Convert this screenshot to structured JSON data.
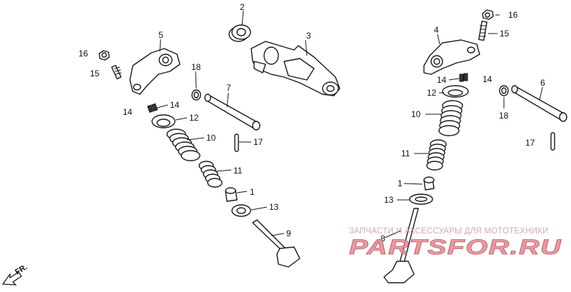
{
  "callouts": [
    {
      "id": "2",
      "label": "2"
    },
    {
      "id": "3",
      "label": "3"
    },
    {
      "id": "5",
      "label": "5"
    },
    {
      "id": "16-left",
      "label": "16"
    },
    {
      "id": "15-left",
      "label": "15"
    },
    {
      "id": "18-left",
      "label": "18"
    },
    {
      "id": "7",
      "label": "7"
    },
    {
      "id": "14-left-a",
      "label": "14"
    },
    {
      "id": "14-left-b",
      "label": "14"
    },
    {
      "id": "12-left",
      "label": "12"
    },
    {
      "id": "10-left",
      "label": "10"
    },
    {
      "id": "17-left",
      "label": "17"
    },
    {
      "id": "11-left",
      "label": "11"
    },
    {
      "id": "1-left",
      "label": "1"
    },
    {
      "id": "13-left",
      "label": "13"
    },
    {
      "id": "9",
      "label": "9"
    },
    {
      "id": "16-right",
      "label": "16"
    },
    {
      "id": "4",
      "label": "4"
    },
    {
      "id": "15-right",
      "label": "15"
    },
    {
      "id": "14-right-a",
      "label": "14"
    },
    {
      "id": "14-right-b",
      "label": "14"
    },
    {
      "id": "12-right",
      "label": "12"
    },
    {
      "id": "6",
      "label": "6"
    },
    {
      "id": "10-right",
      "label": "10"
    },
    {
      "id": "18-right",
      "label": "18"
    },
    {
      "id": "17-right",
      "label": "17"
    },
    {
      "id": "11-right",
      "label": "11"
    },
    {
      "id": "1-right",
      "label": "1"
    },
    {
      "id": "13-right",
      "label": "13"
    },
    {
      "id": "8",
      "label": "8"
    }
  ],
  "direction_label": "FR.",
  "watermark": {
    "tagline": "ЗАПЧАСТИ И АКСЕССУАРЫ ДЛЯ МОТОТЕХНИКИ",
    "brand": "PARTSFOR.RU"
  }
}
